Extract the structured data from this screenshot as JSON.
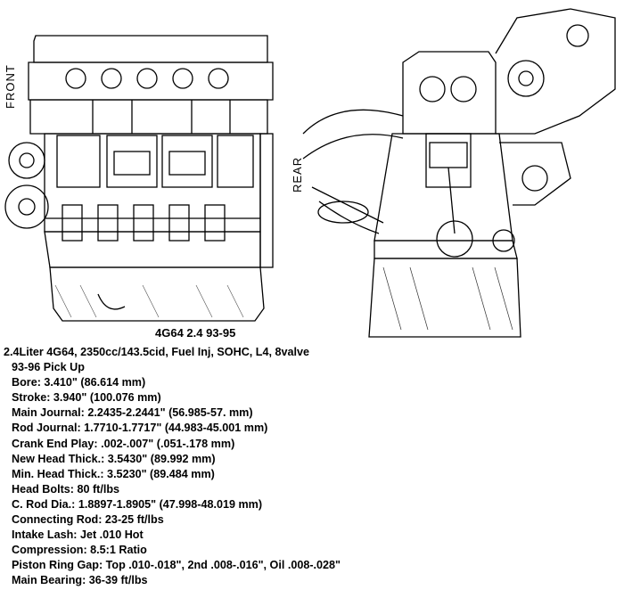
{
  "figure": {
    "front_label": "FRONT",
    "rear_label": "REAR",
    "caption": "4G64 2.4 93-95"
  },
  "specs": {
    "headline": "2.4Liter 4G64, 2350cc/143.5cid, Fuel Inj, SOHC, L4, 8valve",
    "lines": [
      "93-96 Pick Up",
      "Bore: 3.410\" (86.614 mm)",
      "Stroke: 3.940\" (100.076 mm)",
      "Main Journal: 2.2435-2.2441\" (56.985-57. mm)",
      "Rod Journal: 1.7710-1.7717\" (44.983-45.001 mm)",
      "Crank End Play: .002-.007\" (.051-.178 mm)",
      "New Head Thick.: 3.5430\" (89.992 mm)",
      "Min. Head Thick.: 3.5230\" (89.484 mm)",
      "Head Bolts: 80 ft/lbs",
      "C. Rod Dia.: 1.8897-1.8905\" (47.998-48.019 mm)",
      "Connecting Rod: 23-25 ft/lbs",
      "Intake Lash: Jet .010 Hot",
      "Compression: 8.5:1 Ratio",
      "Piston Ring Gap: Top .010-.018\", 2nd .008-.016\", Oil .008-.028\"",
      "Main Bearing: 36-39 ft/lbs"
    ]
  }
}
